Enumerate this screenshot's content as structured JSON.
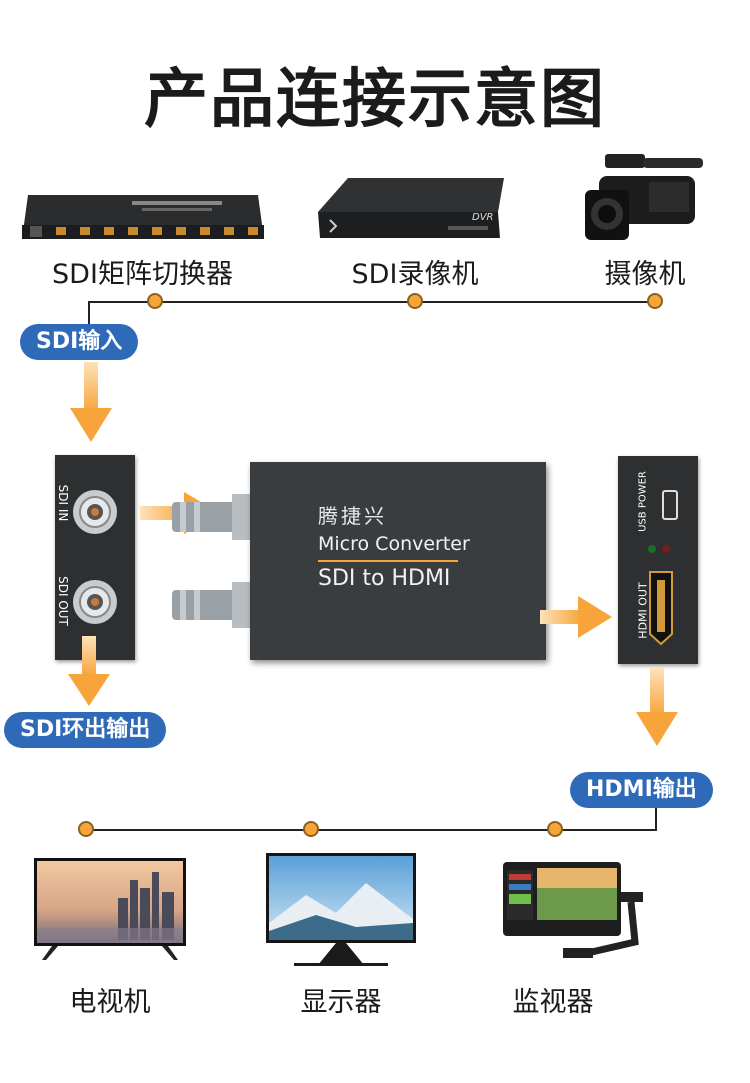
{
  "title": "产品连接示意图",
  "sources": {
    "sdi_matrix": "SDI矩阵切换器",
    "sdi_recorder": "SDI录像机",
    "camera": "摄像机"
  },
  "badges": {
    "sdi_input": "SDI输入",
    "sdi_loop_out": "SDI环出输出",
    "hdmi_output": "HDMI输出"
  },
  "ports": {
    "sdi_in": "SDI IN",
    "sdi_out": "SDI OUT",
    "usb_power": "USB POWER",
    "hdmi_out": "HDMI OUT"
  },
  "device": {
    "brand": "腾捷兴",
    "name": "Micro Converter",
    "model": "SDI to HDMI"
  },
  "dvr_tag": "DVR",
  "outputs": {
    "tv": "电视机",
    "display": "显示器",
    "monitor": "监视器"
  },
  "colors": {
    "accent": "#f7a43a",
    "badge": "#2e6ab8",
    "device": "#3a3d3f"
  }
}
